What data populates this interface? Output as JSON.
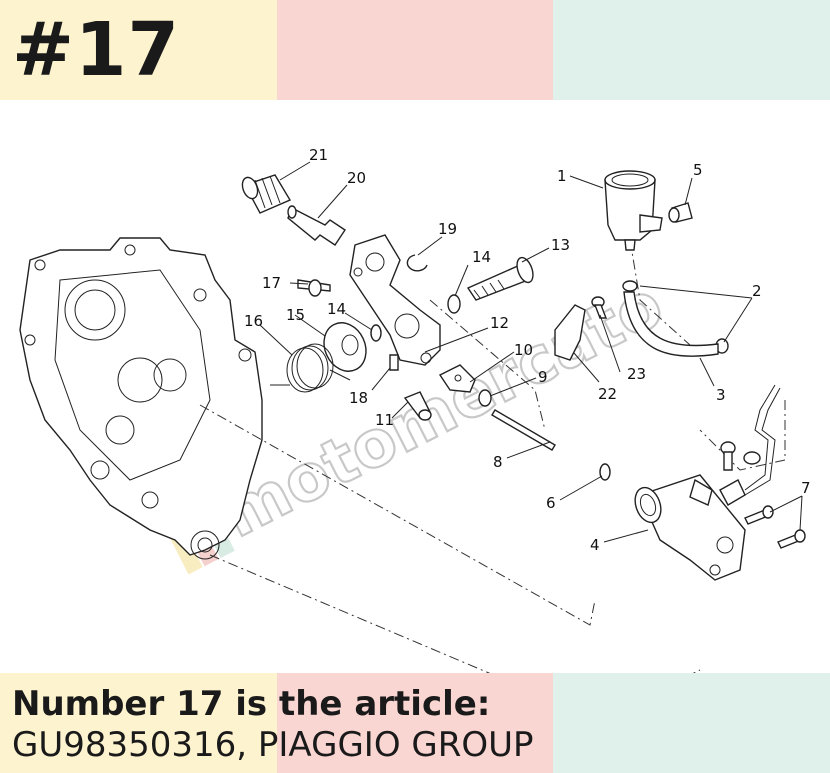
{
  "header": {
    "number_label": "#17",
    "colors": {
      "band_yellow": "#fdf3cf",
      "band_pink": "#fad6d3",
      "band_mint": "#dff1ea"
    }
  },
  "diagram": {
    "watermark_text": "motomercato",
    "part_numbers": [
      "1",
      "2",
      "3",
      "4",
      "5",
      "6",
      "7",
      "8",
      "9",
      "10",
      "11",
      "12",
      "13",
      "14",
      "14",
      "15",
      "16",
      "17",
      "18",
      "19",
      "20",
      "21",
      "22",
      "23"
    ]
  },
  "caption": {
    "line1": "Number 17 is the article:",
    "line2": "GU98350316, PIAGGIO GROUP"
  }
}
